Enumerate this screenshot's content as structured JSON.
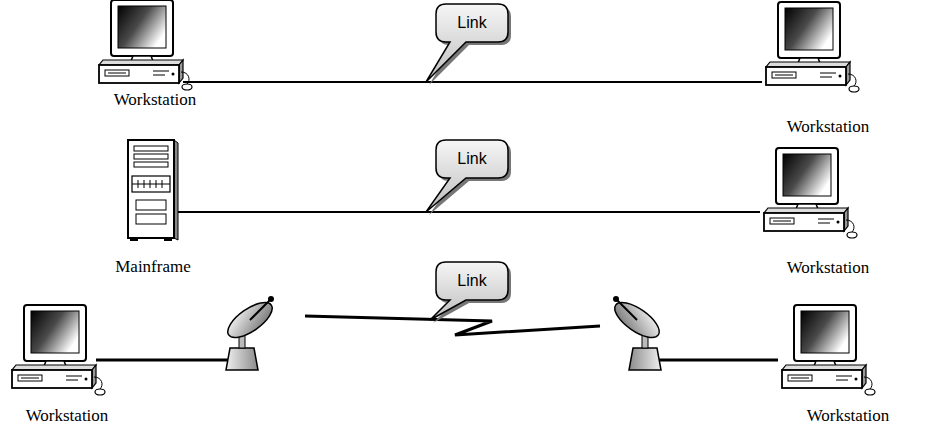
{
  "diagram": {
    "nodes": [
      {
        "text": [
          "Workstation"
        ]
      },
      {
        "text": [
          "Workstation"
        ]
      },
      {
        "text": [
          "Mainframe"
        ]
      },
      {
        "text": [
          "Workstation"
        ]
      },
      {
        "text": [
          "Workstation"
        ]
      },
      {
        "text": [
          "Workstation"
        ]
      }
    ],
    "edges": [
      {
        "from": 0,
        "to": 1,
        "arrow": "none",
        "label": "Link"
      },
      {
        "from": 2,
        "to": 3,
        "arrow": "none",
        "label": "Link"
      },
      {
        "from": 4,
        "to": 5,
        "arrow": "none",
        "label": "Link"
      }
    ]
  }
}
